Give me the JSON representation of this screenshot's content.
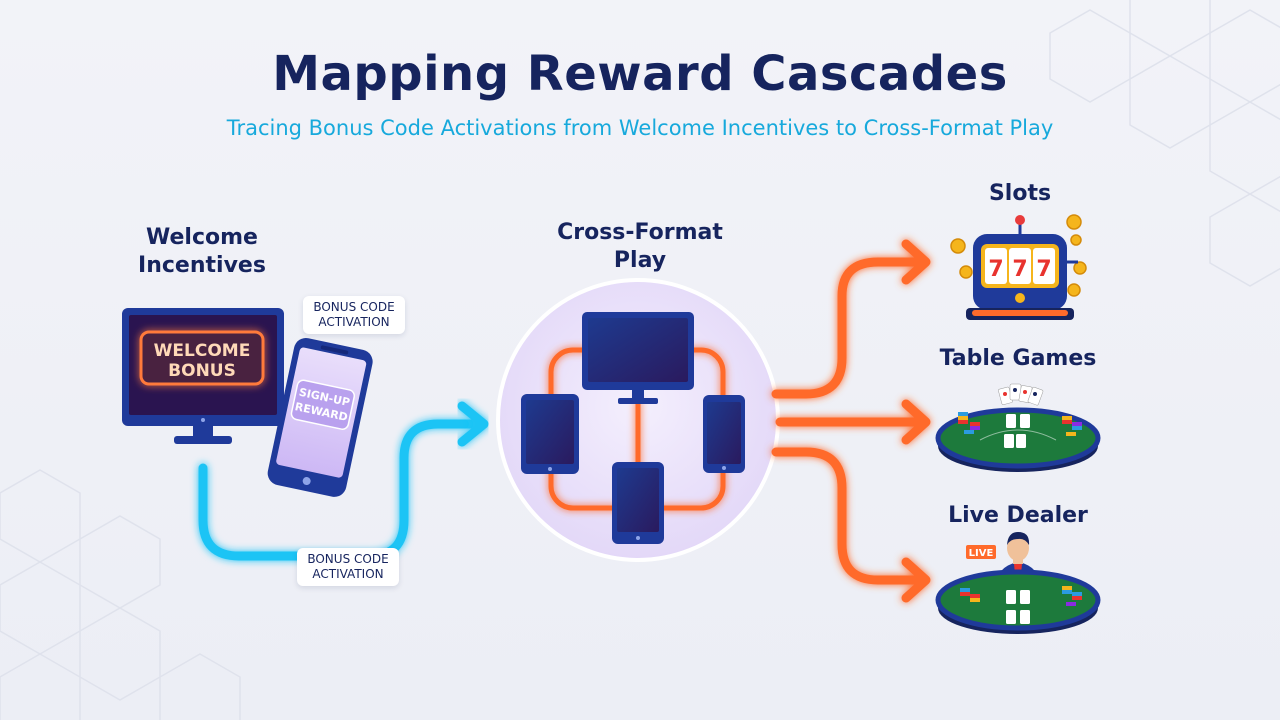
{
  "title": "Mapping Reward Cascades",
  "subtitle": "Tracing Bonus Code Activations from Welcome Incentives to Cross-Format Play",
  "welcome": {
    "heading_line1": "Welcome",
    "heading_line2": "Incentives",
    "monitor_line1": "WELCOME",
    "monitor_line2": "BONUS",
    "phone_line1": "SIGN-UP",
    "phone_line2": "REWARD"
  },
  "pills": {
    "top_line1": "BONUS CODE",
    "top_line2": "ACTIVATION",
    "bottom_line1": "BONUS CODE",
    "bottom_line2": "ACTIVATION"
  },
  "hub": {
    "heading_line1": "Cross-Format",
    "heading_line2": "Play"
  },
  "destinations": {
    "slots": "Slots",
    "slots_reels": [
      "7",
      "7",
      "7"
    ],
    "table_games": "Table Games",
    "live_dealer": "Live Dealer",
    "live_badge": "LIVE"
  },
  "colors": {
    "title": "#16245e",
    "subtitle": "#17a9dc",
    "cyan_flow": "#1ec4f5",
    "orange_flow": "#ff6a2b",
    "device": "#1f3a9a",
    "hub_fill": "#ece4fb",
    "table_felt": "#1d7a3c"
  }
}
